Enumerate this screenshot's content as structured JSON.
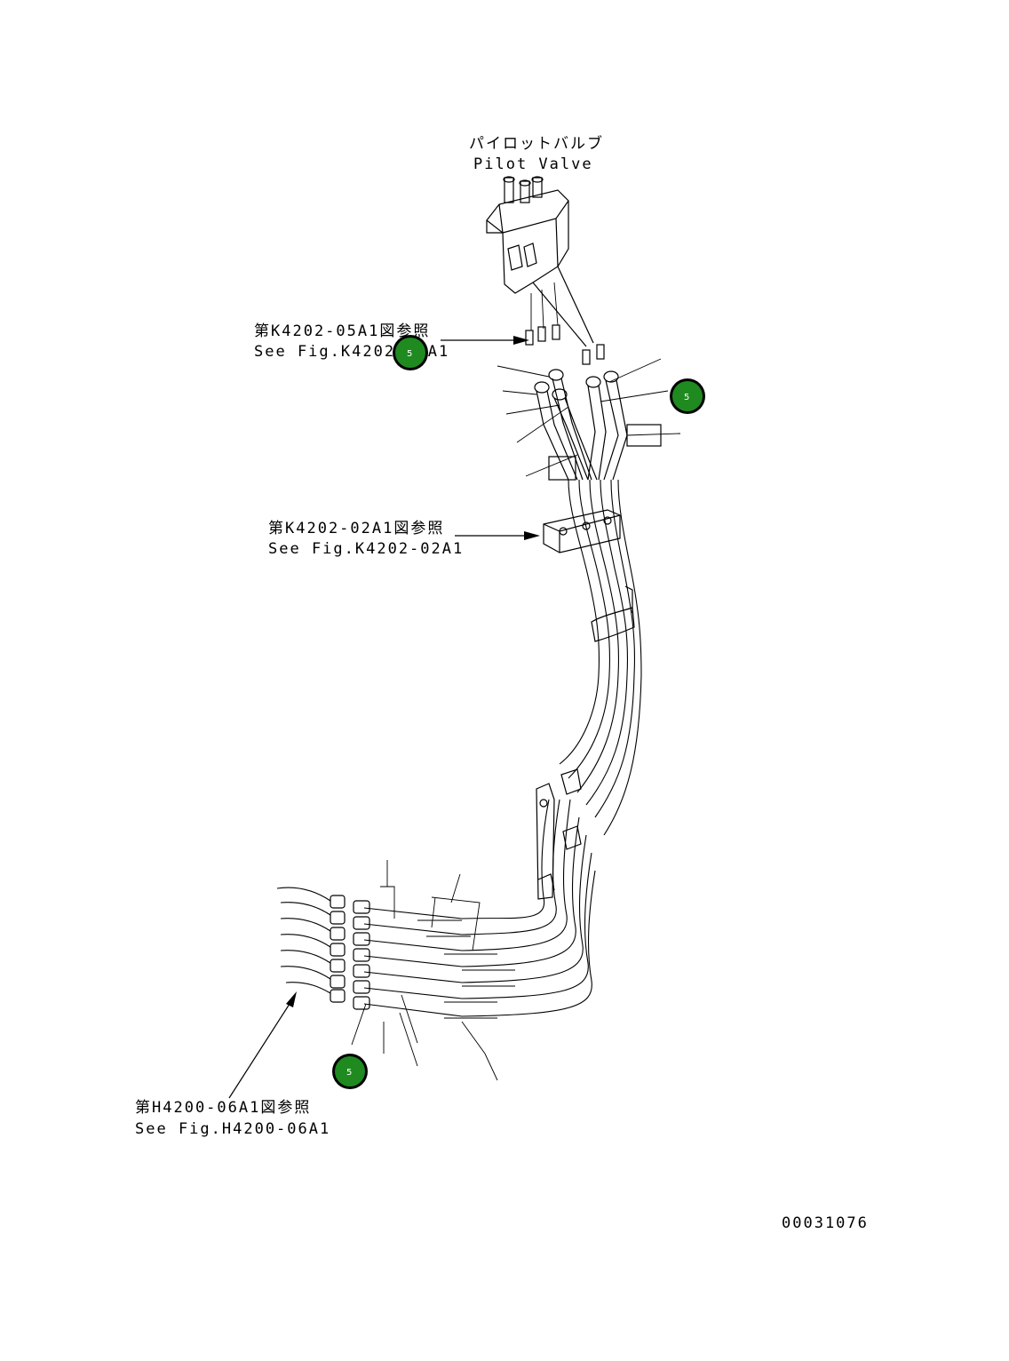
{
  "labels": {
    "pilot_valve_jp": "パイロットバルブ",
    "pilot_valve_en": "Pilot Valve",
    "ref1_jp": "第K4202-05A1図参照",
    "ref1_en": "See Fig.K4202-05A1",
    "ref2_jp": "第K4202-02A1図参照",
    "ref2_en": "See Fig.K4202-02A1",
    "ref3_jp": "第H4200-06A1図参照",
    "ref3_en": "See Fig.H4200-06A1",
    "drawing_number": "00031076"
  },
  "badges": [
    {
      "number": "5"
    },
    {
      "number": "5"
    },
    {
      "number": "5"
    }
  ],
  "colors": {
    "badge_fill": "#1f8a1f",
    "badge_ring": "#000000",
    "line": "#000000"
  }
}
